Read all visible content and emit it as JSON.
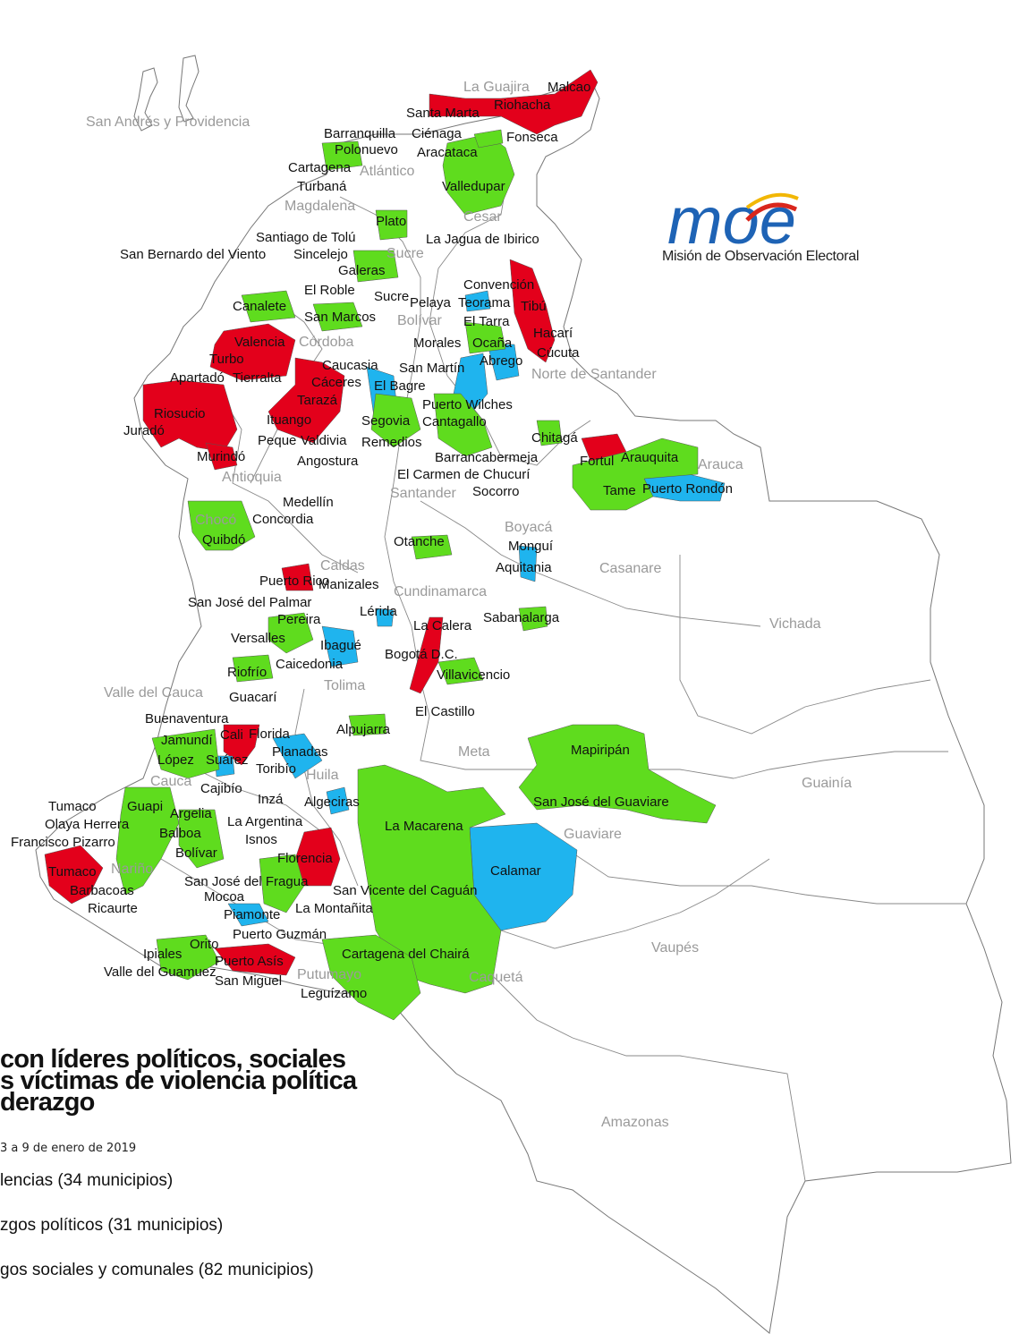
{
  "regions": {
    "san_andres": "San Andrés y Providencia",
    "la_guajira": "La Guajira",
    "atlantico": "Atlántico",
    "magdalena": "Magdalena",
    "cesar": "Cesar",
    "sucre": "Sucre",
    "bolivar": "Bolívar",
    "cordoba": "Córdoba",
    "norte_santander": "Norte de Santander",
    "antioquia": "Antioquia",
    "arauca": "Arauca",
    "santander": "Santander",
    "choco": "Chocó",
    "boyaca": "Boyacá",
    "caldas": "Caldas",
    "casanare": "Casanare",
    "cundinamarca": "Cundinamarca",
    "vichada": "Vichada",
    "tolima": "Tolima",
    "valle": "Valle del Cauca",
    "meta": "Meta",
    "huila": "Huila",
    "cauca": "Cauca",
    "guainia": "Guainía",
    "guaviare": "Guaviare",
    "narino": "Nariño",
    "vaupes": "Vaupés",
    "putumayo": "Putumayo",
    "caqueta": "Caquetá",
    "amazonas": "Amazonas"
  },
  "municipalities": [
    "Malcao",
    "Santa Marta",
    "Riohacha",
    "Barranquilla",
    "Ciénaga",
    "Fonseca",
    "Polonuevo",
    "Aracataca",
    "Cartagena",
    "Turbaná",
    "Valledupar",
    "Plato",
    "Santiago de Tolú",
    "La Jagua de Ibirico",
    "San Bernardo del Viento",
    "Sincelejo",
    "Galeras",
    "Convención",
    "El Roble",
    "Sucre",
    "Pelaya",
    "Teorama",
    "Tibú",
    "Canalete",
    "San Marcos",
    "El Tarra",
    "Hacarí",
    "Valencia",
    "Morales",
    "Ocaña",
    "Cúcuta",
    "Turbo",
    "Caucasia",
    "San Martín",
    "Abrego",
    "Apartadó",
    "Tierralta",
    "Cáceres",
    "El Bagre",
    "Tarazá",
    "Riosucio",
    "Puerto Wilches",
    "Ituango",
    "Segovia",
    "Cantagallo",
    "Juradó",
    "Peque",
    "Valdivia",
    "Remedios",
    "Chitagá",
    "Barrancabermeja",
    "Murindó",
    "Angostura",
    "Fortul",
    "Arauquita",
    "El Carmen de Chucurí",
    "Tame",
    "Puerto Rondón",
    "Socorro",
    "Medellín",
    "Concordia",
    "Quibdó",
    "Otanche",
    "Monguí",
    "Aquitania",
    "Puerto Rico",
    "Manizales",
    "San José del Palmar",
    "Lérida",
    "Sabanalarga",
    "Pereira",
    "La Calera",
    "Versalles",
    "Ibagué",
    "Bogotá D.C.",
    "Caicedonia",
    "Riofrío",
    "Villavicencio",
    "Guacarí",
    "Buenaventura",
    "El Castillo",
    "Alpujarra",
    "Jamundí",
    "Cali",
    "Florida",
    "Mapiripán",
    "Planadas",
    "López",
    "Suárez",
    "Toribío",
    "Cajibío",
    "Inzá",
    "Algeciras",
    "San José del Guaviare",
    "Tumaco",
    "Guapi",
    "Argelia",
    "La Argentina",
    "Olaya Herrera",
    "La Macarena",
    "Francisco Pizarro",
    "Balboa",
    "Isnos",
    "Bolívar",
    "Calamar",
    "Florencia",
    "Tumaco",
    "San José del Fragua",
    "Barbacoas",
    "San Vicente del Caguán",
    "Mocoa",
    "Ricaurte",
    "La Montañita",
    "Piamonte",
    "Puerto Guzmán",
    "Orito",
    "Ipiales",
    "Cartagena del Chairá",
    "Puerto Asís",
    "Valle del Guamuez",
    "San Miguel",
    "Leguízamo"
  ],
  "logo": {
    "wordmark": "moe",
    "subtitle": "Misión de Observación Electoral",
    "colors": {
      "blue": "#1e63b5",
      "red": "#d9261c",
      "yellow": "#f2b705"
    }
  },
  "title": {
    "line1": "con líderes políticos, sociales",
    "line2": "s víctimas de violencia política",
    "line3": "derazgo"
  },
  "subtitle": "3 a 9 de enero de 2019",
  "legend": [
    {
      "label": "lencias (34 municipios)",
      "color": "#e3001b"
    },
    {
      "label": "zgos políticos (31 municipios)",
      "color": "#1fb4ee"
    },
    {
      "label": "gos sociales y comunales (82 municipios)",
      "color": "#5fdc1e"
    }
  ],
  "colors": {
    "violencias": "#e3001b",
    "politicos": "#1fb4ee",
    "sociales": "#5fdc1e",
    "border": "#777777"
  }
}
